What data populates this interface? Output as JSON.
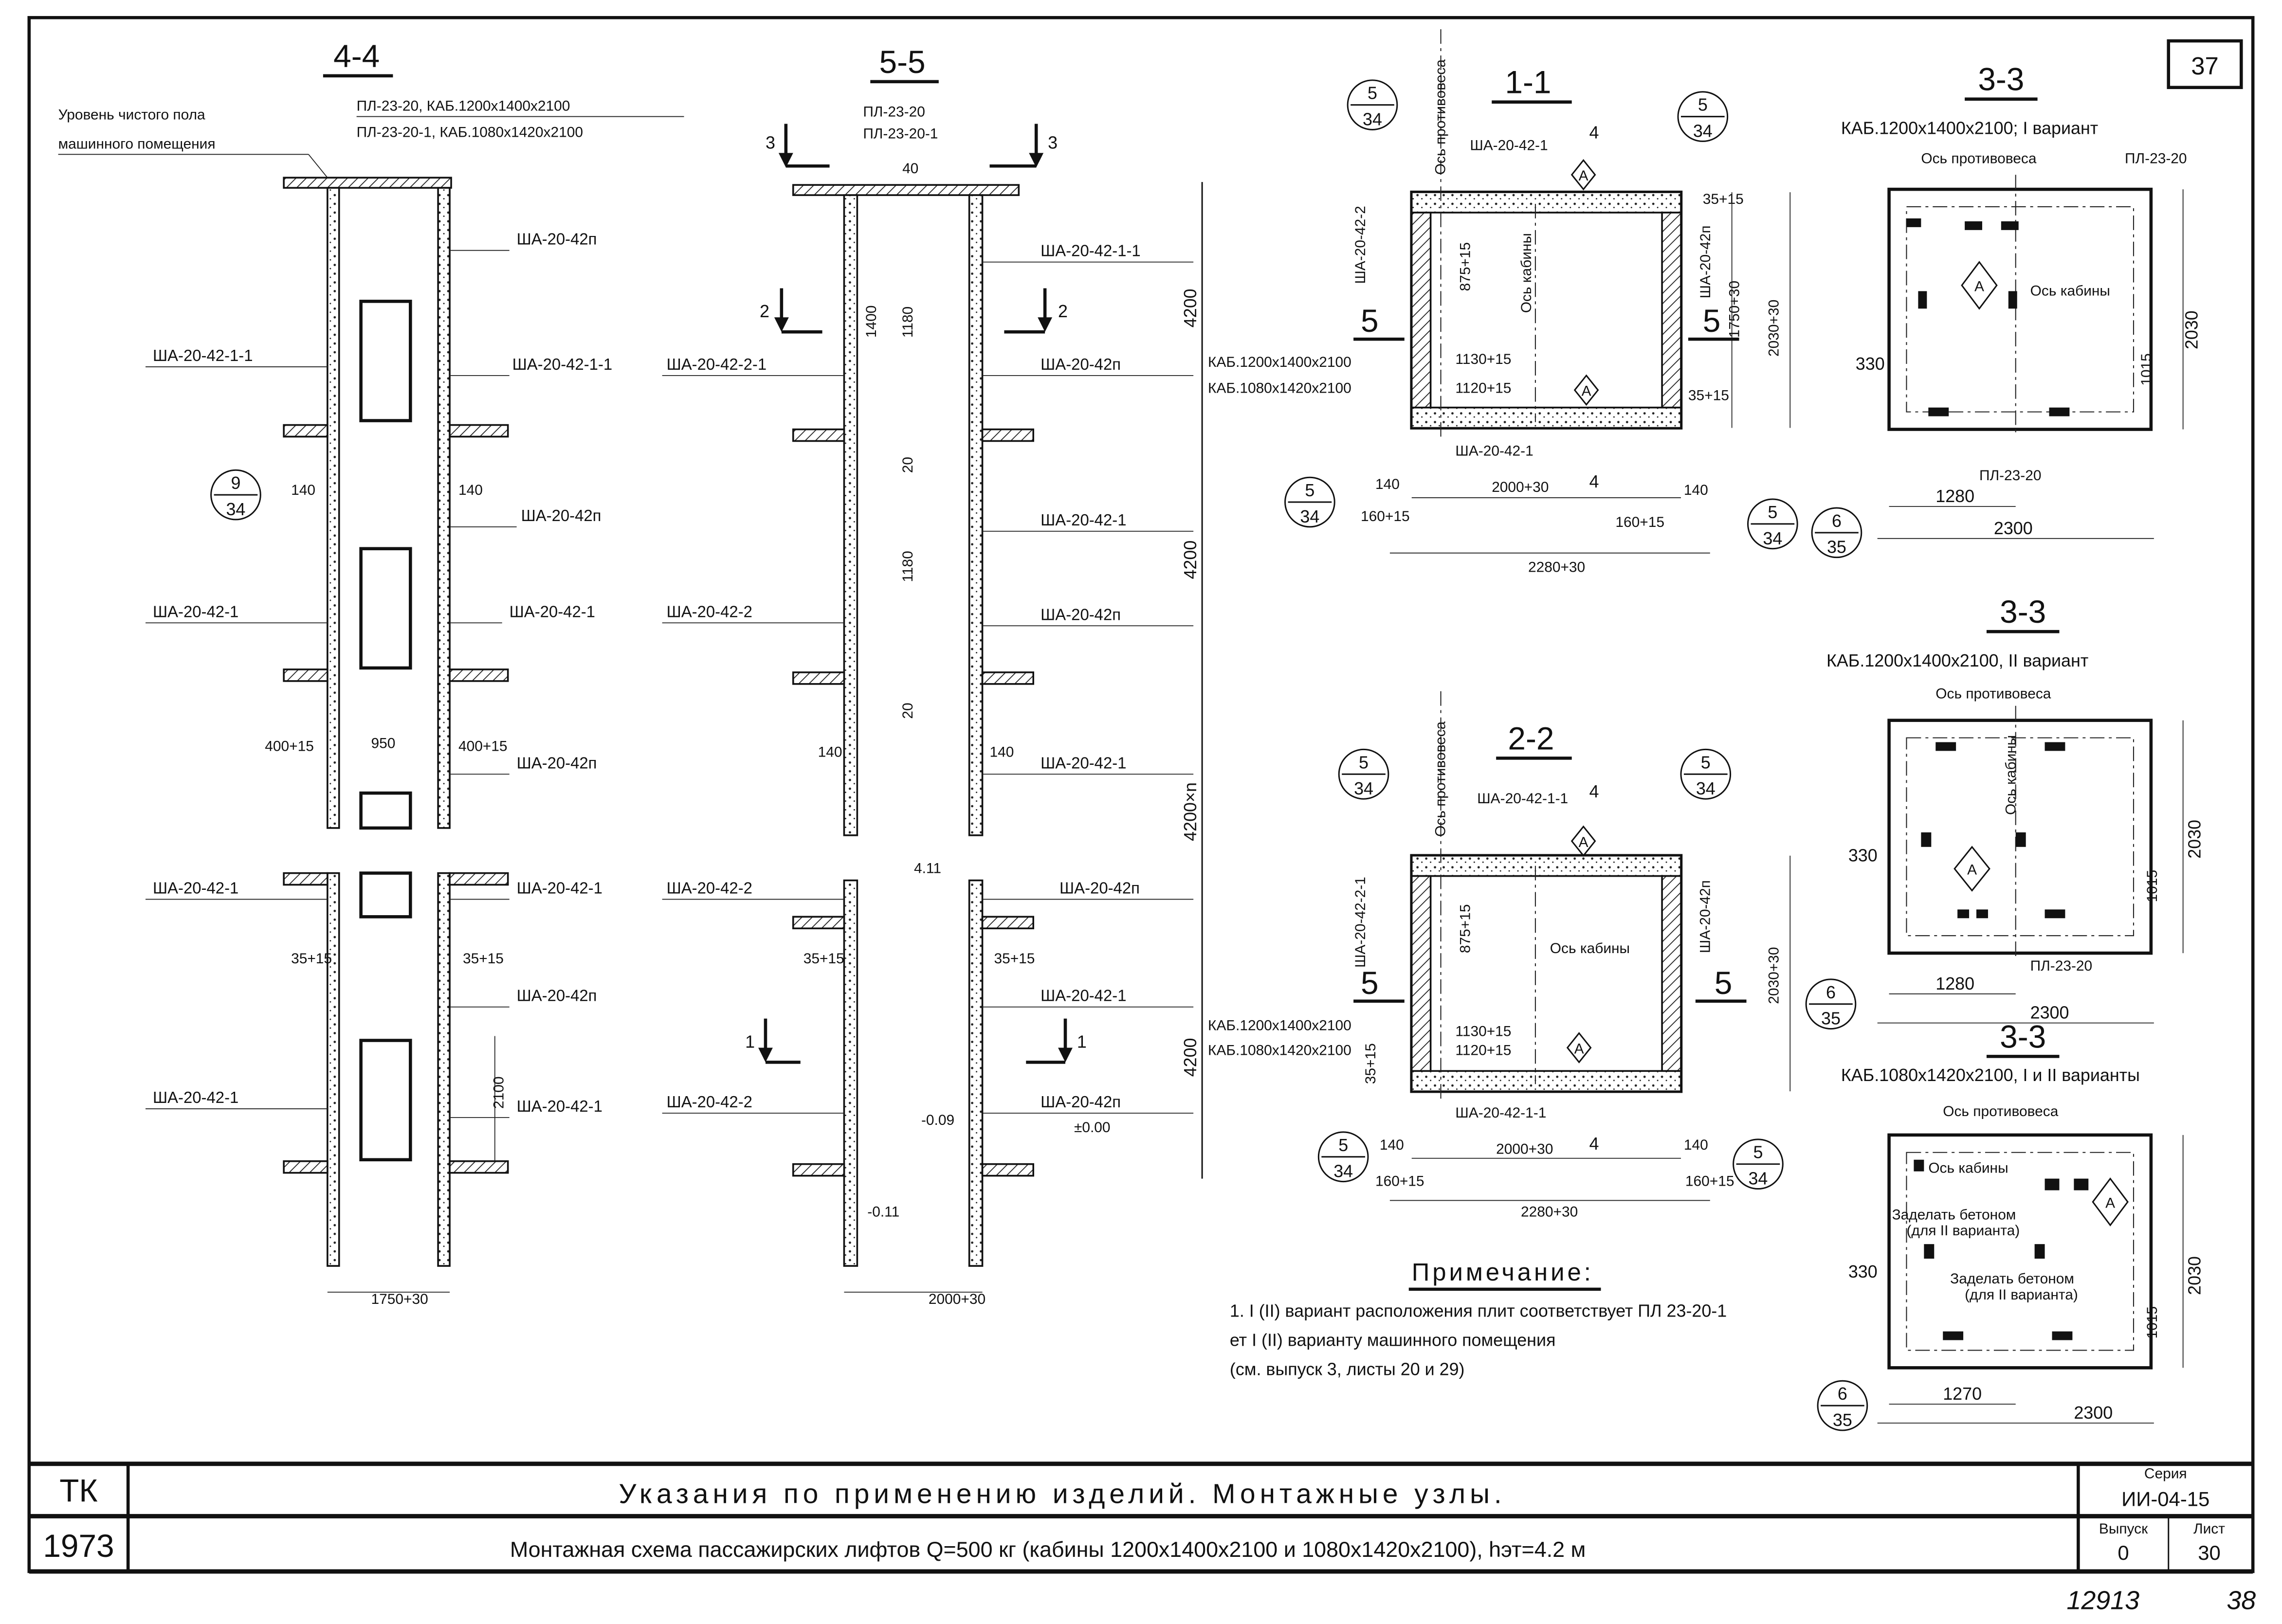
{
  "sheet_number": "37",
  "s44": {
    "title": "4-4",
    "floor_note": [
      "Уровень чистого пола",
      "машинного помещения"
    ],
    "slabs": [
      "ПЛ-23-20, КАБ.1200х1400х2100",
      "ПЛ-23-20-1, КАБ.1080х1420х2100"
    ],
    "labels": [
      "ША-20-42п",
      "ША-20-42-1-1",
      "ША-20-42-1-1",
      "ША-20-42п",
      "ША-20-42-1",
      "ША-20-42-1",
      "ША-20-42п",
      "ША-20-42-1",
      "ША-20-42-1",
      "ША-20-42п",
      "ША-20-42-1",
      "ША-20-42-1"
    ],
    "dims": [
      "140",
      "140",
      "400+15",
      "950",
      "400+15",
      "35+15",
      "35+15",
      "2100",
      "1750+30"
    ],
    "callout": [
      "9",
      "34"
    ]
  },
  "s55": {
    "title": "5-5",
    "slabs": [
      "ПЛ-23-20",
      "ПЛ-23-20-1"
    ],
    "cut_marks": [
      "3",
      "3",
      "2",
      "2",
      "1",
      "1"
    ],
    "labels": [
      "ША-20-42-1-1",
      "ША-20-42-2-1",
      "ША-20-42п",
      "ША-20-42-1",
      "ША-20-42-2",
      "ША-20-42п",
      "ША-20-42-1",
      "ША-20-42-2",
      "ША-20-42п",
      "ША-20-42-1",
      "ША-20-42-2",
      "ША-20-42п"
    ],
    "dims": [
      "4200",
      "4200",
      "4200×n",
      "4200",
      "1400",
      "1180",
      "20",
      "1180",
      "20",
      "140",
      "140",
      "±0.00",
      "-0.09",
      "-0.11",
      "2000+30",
      "35+15",
      "35+15",
      "40",
      "4.11"
    ]
  },
  "s11": {
    "title": "1-1",
    "callouts": [
      [
        "5",
        "34"
      ],
      [
        "5",
        "34"
      ],
      [
        "5",
        "34"
      ],
      [
        "5",
        "34"
      ]
    ],
    "axis_cw": "Ось противовеса",
    "axis_cab": "Ось кабины",
    "labels": [
      "ША-20-42-1",
      "ША-20-42-2",
      "ША-20-42п",
      "ША-20-42-1"
    ],
    "cabins": [
      "КАБ.1200х1400х2100",
      "КАБ.1080х1420х2100"
    ],
    "dims": [
      "875+15",
      "1750+30",
      "2030+30",
      "1130+15",
      "1120+15",
      "2000+30",
      "140",
      "140",
      "160+15",
      "160+15",
      "2280+30",
      "35+15",
      "35+15"
    ],
    "cut_marks": [
      "5",
      "5",
      "4",
      "4"
    ],
    "marker": "А"
  },
  "s33a": {
    "title": "3-3",
    "subtitle": "КАБ.1200х1400х2100; I вариант",
    "axis_cw": "Ось противовеса",
    "axis_cab": "Ось кабины",
    "slab_top": "ПЛ-23-20",
    "slab_bottom": "ПЛ-23-20",
    "dims": [
      "330",
      "2030",
      "1015",
      "1280",
      "2300"
    ],
    "callout": [
      "6",
      "35"
    ],
    "marker": "А"
  },
  "s33b": {
    "title": "3-3",
    "subtitle": "КАБ.1200х1400х2100, II вариант",
    "axis_cw": "Ось противовеса",
    "axis_cab": "Ось кабины",
    "slab_bottom": "ПЛ-23-20",
    "dims": [
      "330",
      "2030",
      "1015",
      "1280",
      "2300"
    ],
    "callout": [
      "6",
      "35"
    ],
    "marker": "А"
  },
  "s33c": {
    "title": "3-3",
    "subtitle": "КАБ.1080х1420х2100, I и II варианты",
    "axis_cw": "Ось противовеса",
    "axis_cab": "Ось кабины",
    "fill_note": [
      "Заделать бетоном",
      "(для II варианта)"
    ],
    "dims": [
      "330",
      "2030",
      "1015",
      "1270",
      "2300"
    ],
    "callout": [
      "6",
      "35"
    ],
    "marker": "А"
  },
  "s22": {
    "title": "2-2",
    "callouts": [
      [
        "5",
        "34"
      ],
      [
        "5",
        "34"
      ],
      [
        "5",
        "34"
      ],
      [
        "5",
        "34"
      ]
    ],
    "axis_cw": "Ось противовеса",
    "axis_cab": "Ось кабины",
    "labels": [
      "ША-20-42-1-1",
      "ША-20-42-2-1",
      "ША-20-42п",
      "ША-20-42-1-1"
    ],
    "cabins": [
      "КАБ.1200х1400х2100",
      "КАБ.1080х1420х2100"
    ],
    "dims": [
      "875+15",
      "2030+30",
      "1130+15",
      "1120+15",
      "2000+30",
      "140",
      "140",
      "160+15",
      "160+15",
      "2280+30",
      "35+15"
    ],
    "cut_marks": [
      "5",
      "5",
      "4",
      "4"
    ],
    "marker": "А"
  },
  "note": {
    "heading": "Примечание:",
    "lines": [
      "1. I (II) вариант расположения плит соответствует ПЛ 23-20-1",
      "ет I (II) варианту машинного помещения",
      "(см. выпуск 3, листы 20 и 29)"
    ]
  },
  "title_block": {
    "org": "ТК",
    "year": "1973",
    "title": "Указания по применению изделий. Монтажные узлы.",
    "subtitle": "Монтажная схема пассажирских лифтов Q=500 кг (кабины 1200х1400х2100 и 1080х1420х2100), hэт=4.2 м",
    "series_label": "Серия",
    "series": "ИИ-04-15",
    "issue_label": "Выпуск",
    "issue": "0",
    "sheet_label": "Лист",
    "sheet": "30"
  },
  "footer": {
    "archive_no": "12913",
    "page": "38"
  }
}
